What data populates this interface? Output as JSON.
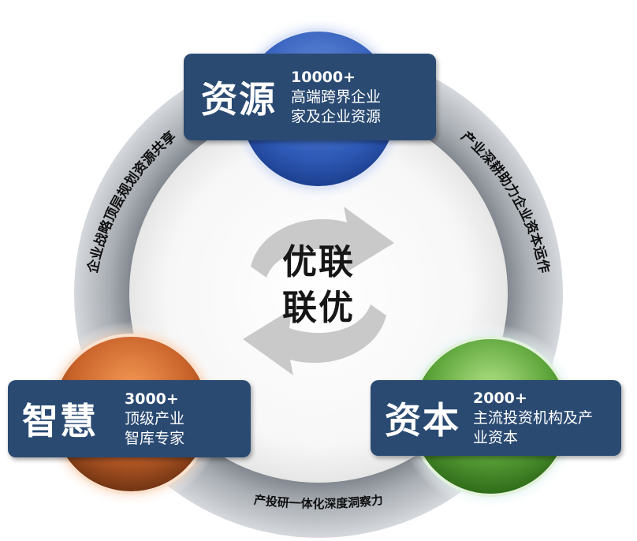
{
  "center": {
    "line1": "优联",
    "line2": "联优"
  },
  "nodes": {
    "resource": {
      "title": "资源",
      "count": "10000+",
      "desc_line1": "高端跨界企业",
      "desc_line2": "家及企业资源",
      "color": "#2f5bb8"
    },
    "wisdom": {
      "title": "智慧",
      "count": "3000+",
      "desc_line1": "顶级产业",
      "desc_line2": "智库专家",
      "color": "#c8622a"
    },
    "capital": {
      "title": "资本",
      "count": "2000+",
      "desc_line1": "主流投资机构及产",
      "desc_line2": "业资本",
      "color": "#5ca43a"
    }
  },
  "ring_labels": {
    "left": "企业战略顶层规划资源共享",
    "right": "产业深耕助力企业资本运作",
    "bottom": "产投研一体化深度洞察力"
  },
  "colors": {
    "card_bg": "#2a4a72",
    "ring": "#8f959d"
  }
}
